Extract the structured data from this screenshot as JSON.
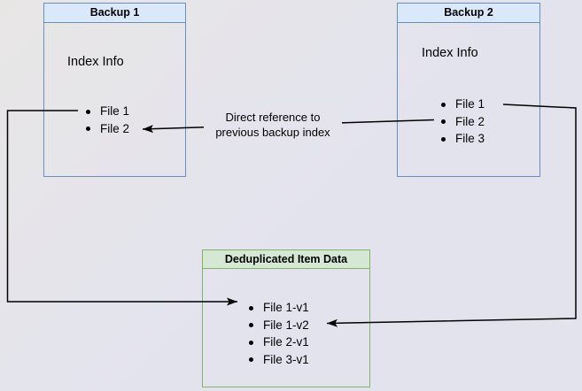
{
  "colors": {
    "blue_fill": "#dae8fc",
    "blue_border": "#6c8ebf",
    "green_fill": "#d5e8d4",
    "green_border": "#82b366",
    "line": "#000000",
    "bg_start": "#e8e6e5",
    "bg_end": "#e3e3ee"
  },
  "backup1": {
    "title": "Backup 1",
    "subtitle": "Index Info",
    "files": [
      "File 1",
      "File 2"
    ]
  },
  "backup2": {
    "title": "Backup 2",
    "subtitle": "Index Info",
    "files": [
      "File 1",
      "File 2",
      "File 3"
    ]
  },
  "dedup": {
    "title": "Deduplicated Item Data",
    "files": [
      "File 1-v1",
      "File 1-v2",
      "File 2-v1",
      "File 3-v1"
    ]
  },
  "annotation": {
    "text": "Direct reference to previous backup index"
  }
}
